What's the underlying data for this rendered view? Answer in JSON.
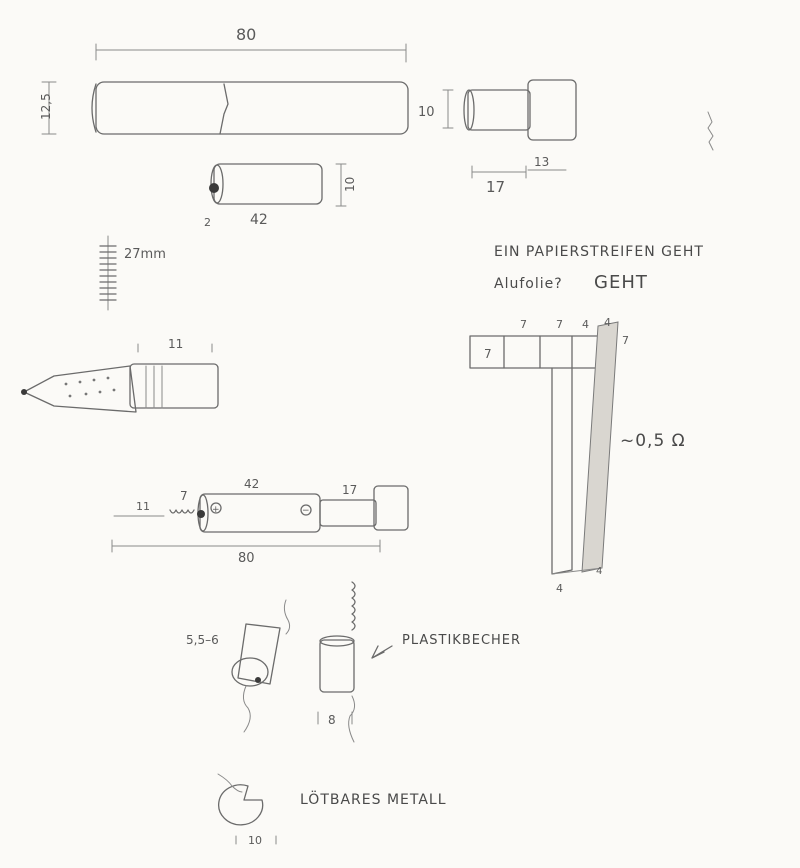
{
  "labels": {
    "tube_length": "80",
    "tube_diameter": "12,5",
    "cap_diameter": "10",
    "cap_length": "17",
    "cap_small": "13",
    "battery_length": "42",
    "battery_diameter": "10",
    "battery_nub": "2",
    "spring_label": "27mm",
    "tip_length": "11",
    "strip_note_1": "EIN PAPIERSTREIFEN GEHT",
    "strip_note_2": "Alufolie?",
    "strip_note_3": "GEHT",
    "strip_w1": "7",
    "strip_w2": "7",
    "strip_w3": "4",
    "strip_w4": "4",
    "strip_h": "7",
    "strip_left": "7",
    "resistance": "~0,5 Ω",
    "strip_bottom_1": "4",
    "strip_bottom_2": "4",
    "asm_11": "11",
    "asm_7": "7",
    "asm_42": "42",
    "asm_17": "17",
    "asm_80": "80",
    "plus": "+",
    "minus": "−",
    "cup_dim": "5,5–6",
    "plastic_cup": "PLASTIKBECHER",
    "cup_height": "8",
    "solder_metal": "LÖTBARES METALL",
    "disc_dim": "10"
  }
}
